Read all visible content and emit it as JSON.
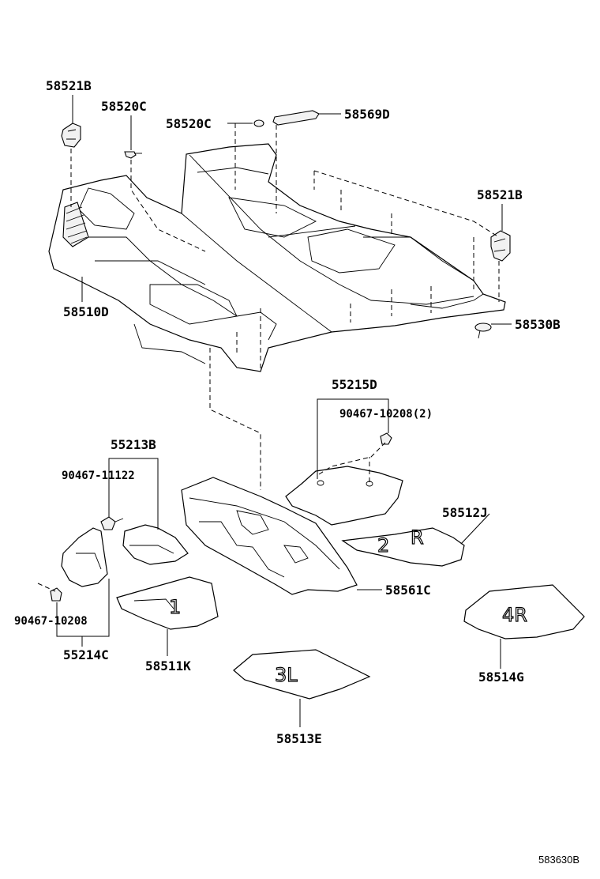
{
  "diagram": {
    "labels": {
      "p58521B_top": "58521B",
      "p58520C_left": "58520C",
      "p58520C_mid": "58520C",
      "p58569D": "58569D",
      "p58521B_right": "58521B",
      "p58510D": "58510D",
      "p58530B": "58530B",
      "p55215D": "55215D",
      "p90467_10208_2": "90467-10208(2)",
      "p55213B": "55213B",
      "p90467_11122": "90467-11122",
      "p58512J": "58512J",
      "p58561C": "58561C",
      "p90467_10208": "90467-10208",
      "p55214C": "55214C",
      "p58511K": "58511K",
      "p58514G": "58514G",
      "p58513E": "58513E"
    },
    "mat_marks": {
      "mat_58512J_a": "2",
      "mat_58512J_b": "R",
      "mat_58514G": "4R",
      "mat_58513E": "3L",
      "mat_58511K": "1"
    },
    "reference": "583630B"
  }
}
